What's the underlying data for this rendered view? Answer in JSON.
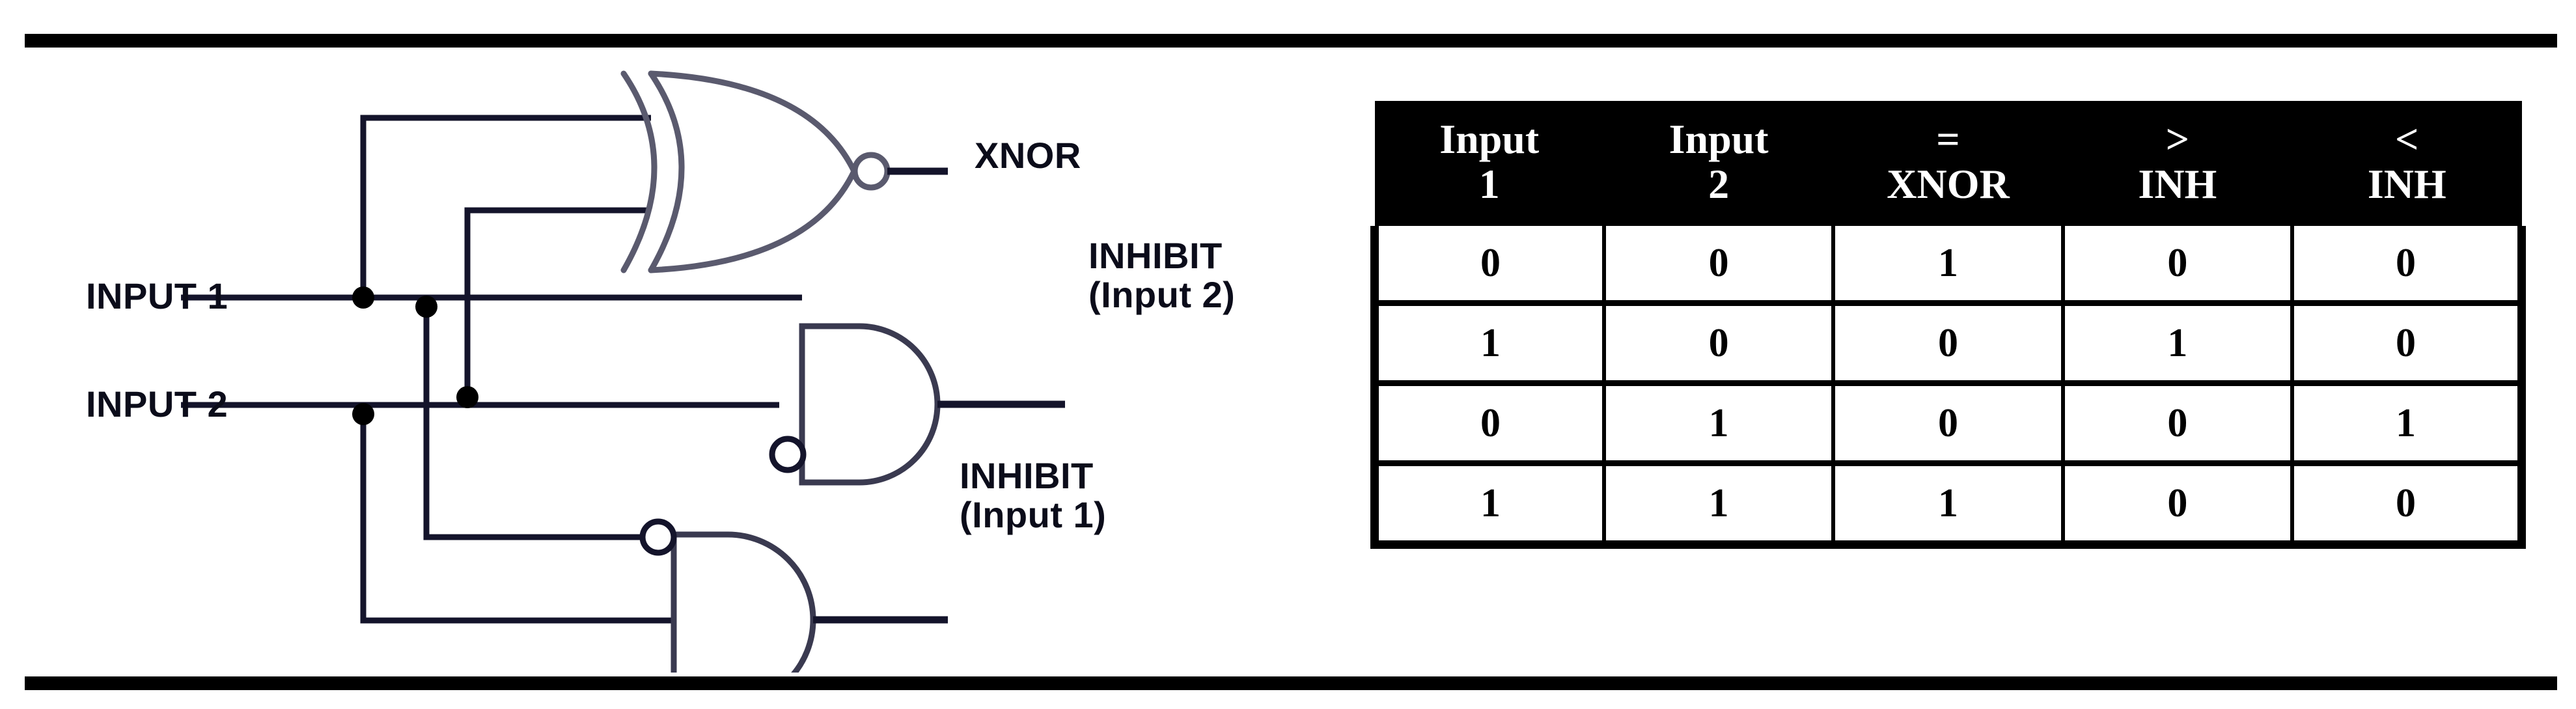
{
  "diagram": {
    "inputs": [
      {
        "label": "INPUT 1"
      },
      {
        "label": "INPUT 2"
      }
    ],
    "outputs": [
      {
        "label": "XNOR",
        "sub": ""
      },
      {
        "label": "INHIBIT",
        "sub": "(Input 2)"
      },
      {
        "label": "INHIBIT",
        "sub": "(Input 1)"
      }
    ],
    "gates": [
      {
        "name": "xnor-gate",
        "type": "XNOR",
        "output": "XNOR"
      },
      {
        "name": "inhibit-input2-gate",
        "type": "AND-with-inverted-input",
        "output": "INHIBIT (Input 2)"
      },
      {
        "name": "inhibit-input1-gate",
        "type": "AND-with-inverted-input",
        "output": "INHIBIT (Input 1)"
      }
    ],
    "colors": {
      "wire": "#14142b",
      "gate_outline": "#4a4a5e",
      "junction": "#000000"
    }
  },
  "chart_data": {
    "type": "table",
    "title": "",
    "columns": [
      {
        "line1": "Input",
        "line2": "1"
      },
      {
        "line1": "Input",
        "line2": "2"
      },
      {
        "line1": "=",
        "line2": "XNOR"
      },
      {
        "line1": ">",
        "line2": "INH"
      },
      {
        "line1": "<",
        "line2": "INH"
      }
    ],
    "rows": [
      [
        "0",
        "0",
        "1",
        "0",
        "0"
      ],
      [
        "1",
        "0",
        "0",
        "1",
        "0"
      ],
      [
        "0",
        "1",
        "0",
        "0",
        "1"
      ],
      [
        "1",
        "1",
        "1",
        "0",
        "0"
      ]
    ],
    "header_background": "#000000",
    "header_color": "#ffffff",
    "body_background": "#ffffff",
    "body_color": "#000000"
  }
}
